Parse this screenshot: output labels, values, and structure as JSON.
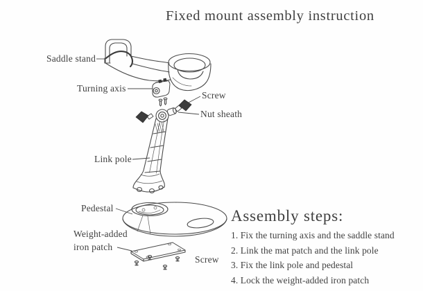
{
  "title": "Fixed mount assembly instruction",
  "labels": {
    "saddle_stand": "Saddle stand",
    "turning_axis": "Turning axis",
    "screw_top": "Screw",
    "nut_sheath": "Nut sheath",
    "link_pole": "Link pole",
    "pedestal": "Pedestal",
    "weight_added_1": "Weight-added",
    "weight_added_2": "iron patch",
    "screw_bottom": "Screw"
  },
  "assembly": {
    "heading": "Assembly steps:",
    "steps": [
      "1. Fix the turning axis and the saddle stand",
      "2. Link the mat patch and the link pole",
      "3. Fix the link pole and pedestal",
      "4. Lock the weight-added iron patch"
    ]
  },
  "colors": {
    "ink": "#4a4a4a",
    "dark_part": "#3c3c3c",
    "background": "#fefefe"
  }
}
